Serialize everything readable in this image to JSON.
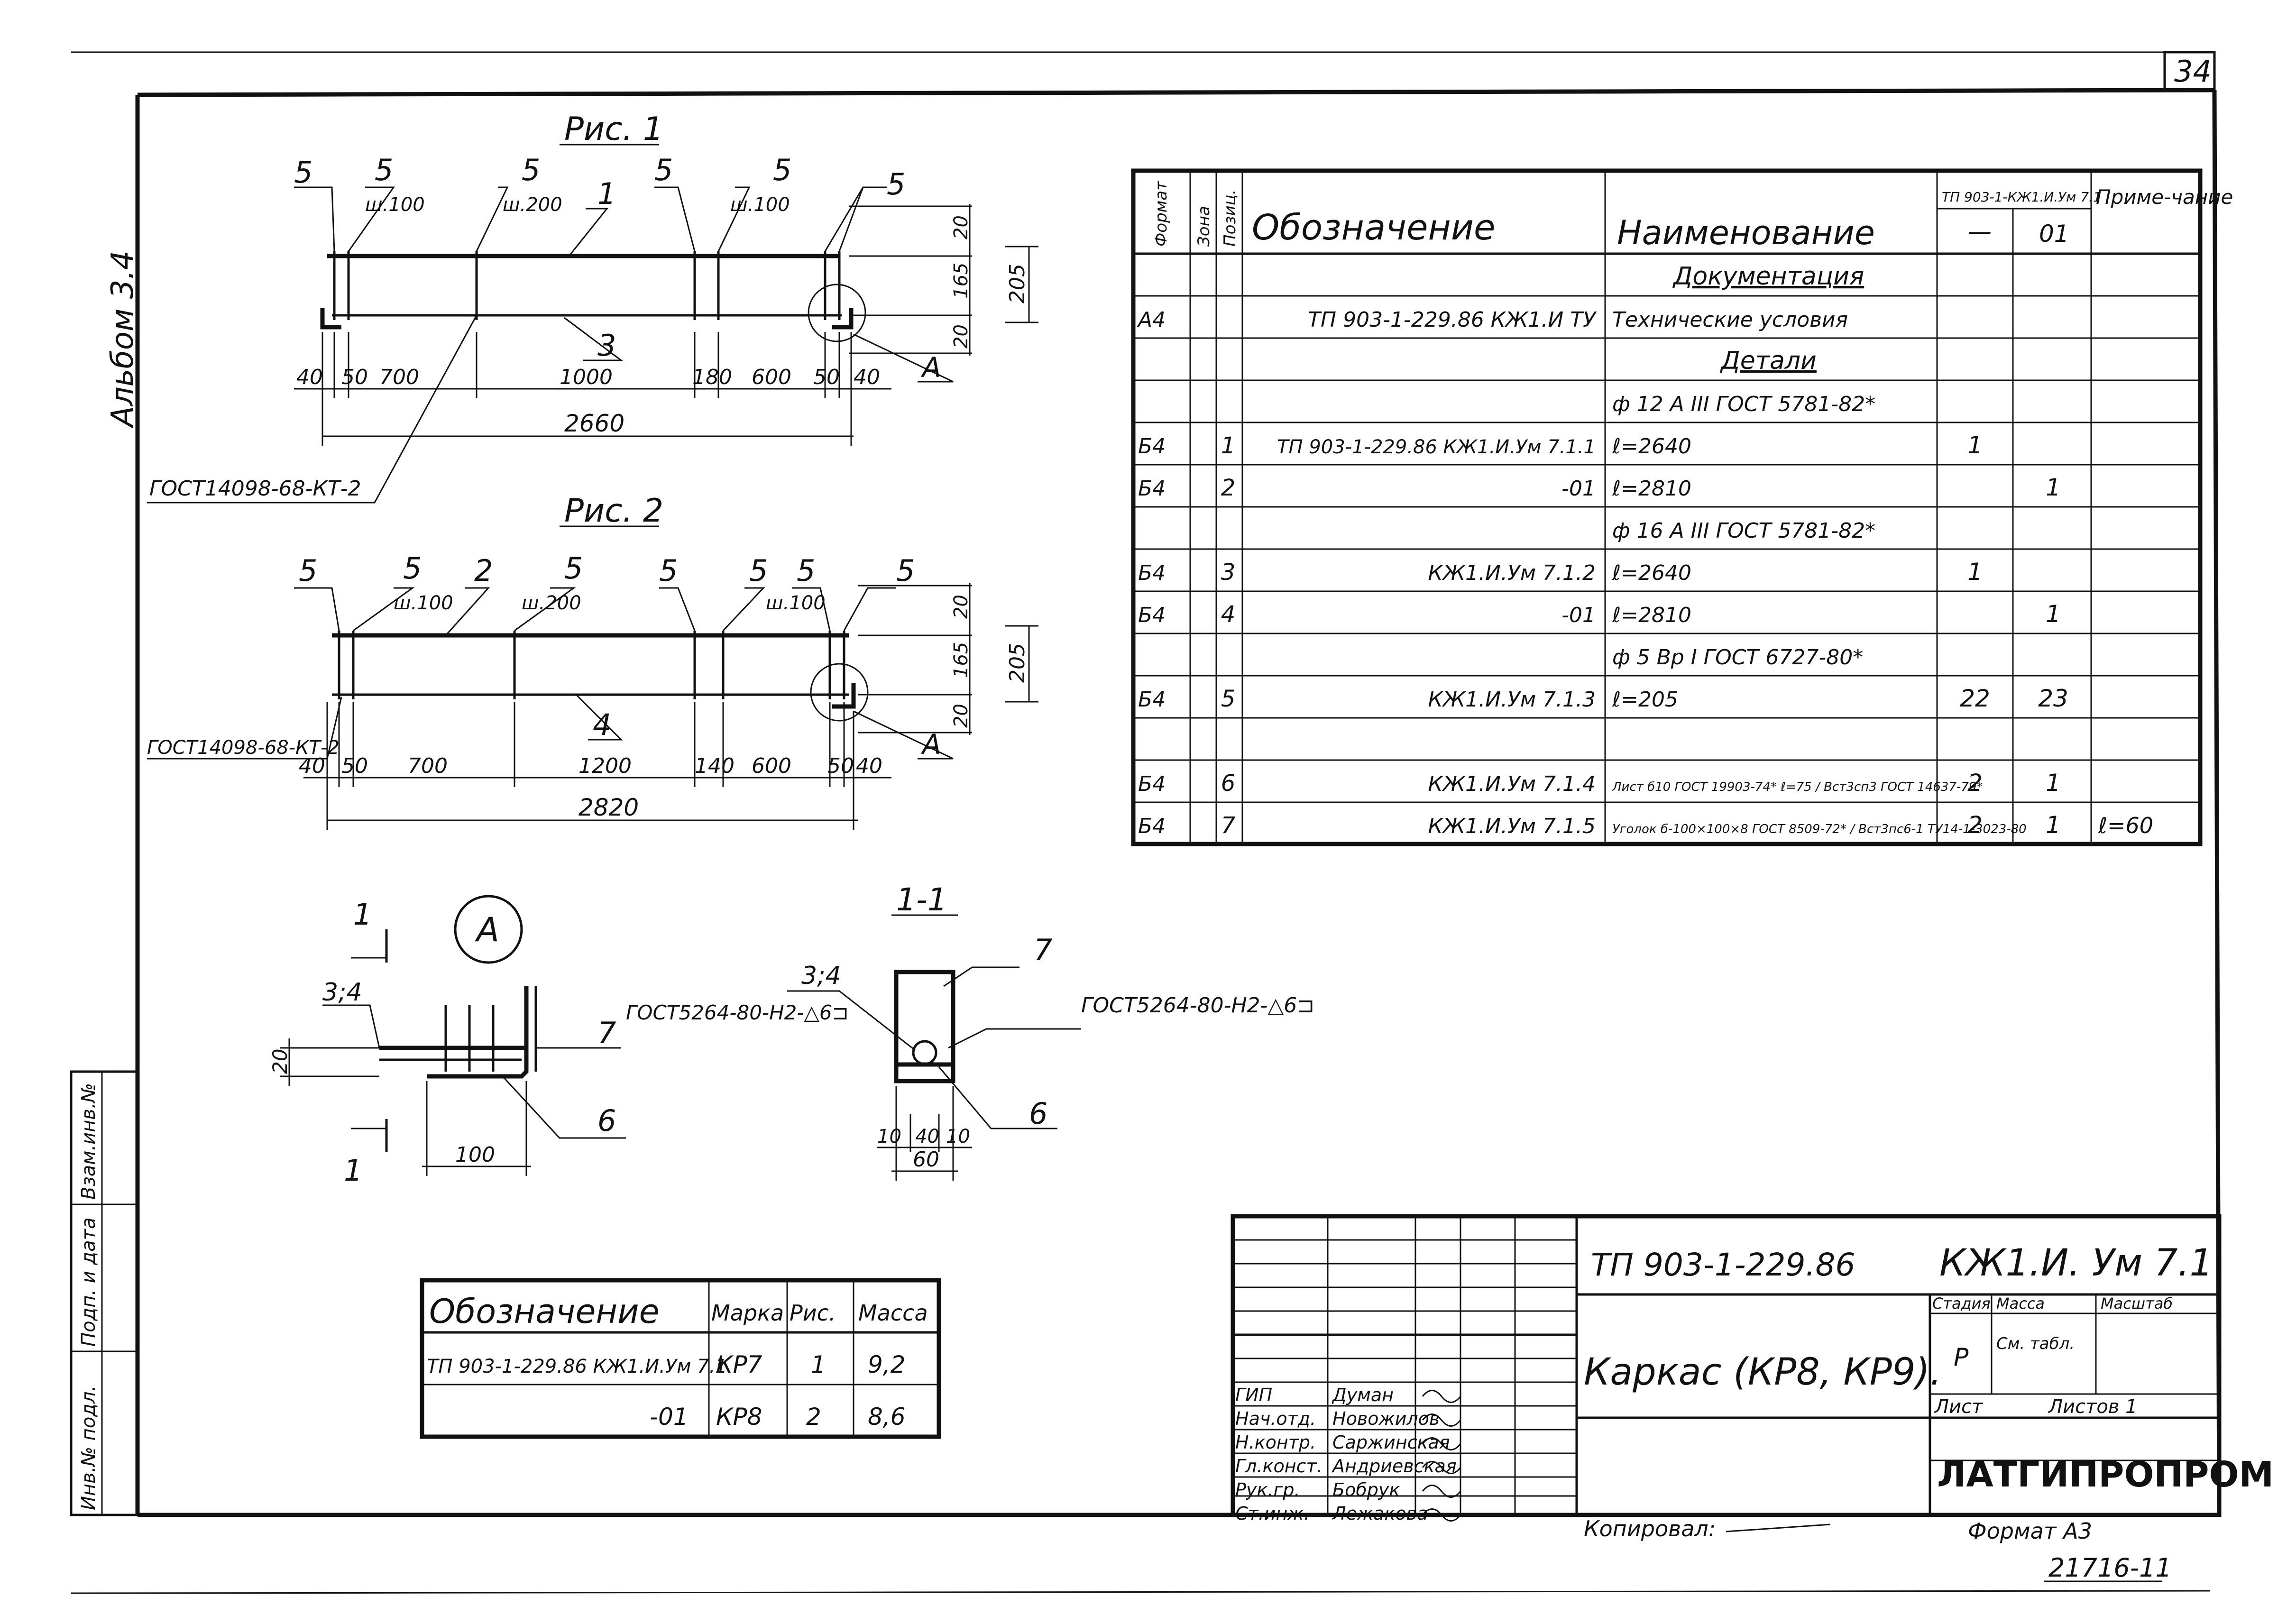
{
  "sheet_number": "34",
  "album": "Альбом 3.4",
  "fig1": {
    "title": "Рис. 1",
    "positions": [
      "5",
      "5",
      "5",
      "1",
      "5",
      "5",
      "5"
    ],
    "spacings": [
      "ш.100",
      "ш.200",
      "ш.100"
    ],
    "bottom_pos": "3",
    "dims": [
      "40",
      "50",
      "700",
      "1000",
      "180",
      "600",
      "50",
      "40"
    ],
    "total": "2660",
    "height_dims": [
      "20",
      "165",
      "20",
      "205"
    ],
    "callout": "A",
    "weld_note": "ГОСТ14098-68-КТ-2"
  },
  "fig2": {
    "title": "Рис. 2",
    "positions": [
      "5",
      "5",
      "2",
      "5",
      "5",
      "5",
      "5",
      "5"
    ],
    "spacings": [
      "ш.100",
      "ш.200",
      "ш.100"
    ],
    "bottom_pos": "4",
    "dims": [
      "40",
      "50",
      "700",
      "1200",
      "140",
      "600",
      "50",
      "40"
    ],
    "total": "2820",
    "height_dims": [
      "20",
      "165",
      "20",
      "205"
    ],
    "callout": "A",
    "weld_note": "ГОСТ14098-68-КТ-2"
  },
  "detail_a": {
    "label": "A",
    "section_mark": "1",
    "pos_label": "3;4",
    "pos7": "7",
    "pos6": "6",
    "dim20": "20",
    "dim100": "100",
    "weld_note": "ГОСТ5264-80-Н2-△6⊐"
  },
  "section_11": {
    "title": "1-1",
    "pos_label": "3;4",
    "pos7": "7",
    "pos6": "6",
    "weld_note": "ГОСТ5264-80-Н2-△6⊐",
    "dims": [
      "10",
      "40",
      "10"
    ],
    "total": "60"
  },
  "spec": {
    "headers": {
      "format": "Формат",
      "zone": "Зона",
      "pos": "Позиц.",
      "designation": "Обозначение",
      "name": "Наименование",
      "qty_group": "ТП 903-1-КЖ1.И.Ум 7.1",
      "qty_a": "—",
      "qty_b": "01",
      "note": "Приме-чание"
    },
    "rows": [
      {
        "fmt": "",
        "pos": "",
        "des": "",
        "name": "Документация",
        "q1": "",
        "q2": "",
        "note": ""
      },
      {
        "fmt": "А4",
        "pos": "",
        "des": "ТП 903-1-229.86  КЖ1.И   ТУ",
        "name": "Технические условия",
        "q1": "",
        "q2": "",
        "note": ""
      },
      {
        "fmt": "",
        "pos": "",
        "des": "",
        "name": "Детали",
        "q1": "",
        "q2": "",
        "note": ""
      },
      {
        "fmt": "",
        "pos": "",
        "des": "",
        "name": "ф 12 А III  ГОСТ 5781-82*",
        "q1": "",
        "q2": "",
        "note": ""
      },
      {
        "fmt": "Б4",
        "pos": "1",
        "des": "ТП 903-1-229.86  КЖ1.И.Ум 7.1.1",
        "name": "ℓ=2640",
        "q1": "1",
        "q2": "",
        "note": ""
      },
      {
        "fmt": "Б4",
        "pos": "2",
        "des": "-01",
        "name": "ℓ=2810",
        "q1": "",
        "q2": "1",
        "note": ""
      },
      {
        "fmt": "",
        "pos": "",
        "des": "",
        "name": "ф 16 А III  ГОСТ 5781-82*",
        "q1": "",
        "q2": "",
        "note": ""
      },
      {
        "fmt": "Б4",
        "pos": "3",
        "des": "КЖ1.И.Ум 7.1.2",
        "name": "ℓ=2640",
        "q1": "1",
        "q2": "",
        "note": ""
      },
      {
        "fmt": "Б4",
        "pos": "4",
        "des": "-01",
        "name": "ℓ=2810",
        "q1": "",
        "q2": "1",
        "note": ""
      },
      {
        "fmt": "",
        "pos": "",
        "des": "",
        "name": "ф 5 Вр I  ГОСТ 6727-80*",
        "q1": "",
        "q2": "",
        "note": ""
      },
      {
        "fmt": "Б4",
        "pos": "5",
        "des": "КЖ1.И.Ум 7.1.3",
        "name": "ℓ=205",
        "q1": "22",
        "q2": "23",
        "note": ""
      },
      {
        "fmt": "",
        "pos": "",
        "des": "",
        "name": "",
        "q1": "",
        "q2": "",
        "note": ""
      },
      {
        "fmt": "Б4",
        "pos": "6",
        "des": "КЖ1.И.Ум 7.1.4",
        "name": "Лист б10 ГОСТ 19903-74* ℓ=75 / Вст3сп3 ГОСТ 14637-79*",
        "q1": "2",
        "q2": "1",
        "note": ""
      },
      {
        "fmt": "Б4",
        "pos": "7",
        "des": "КЖ1.И.Ум 7.1.5",
        "name": "Уголок б-100×100×8 ГОСТ 8509-72* / Вст3пс6-1 ТУ14-1-3023-80",
        "q1": "2",
        "q2": "1",
        "note": "ℓ=60"
      }
    ]
  },
  "mass_table": {
    "headers": [
      "Обозначение",
      "Марка",
      "Рис.",
      "Масса"
    ],
    "rows": [
      [
        "ТП 903-1-229.86 КЖ1.И.Ум 7.1",
        "КР7",
        "1",
        "9,2"
      ],
      [
        "-01",
        "КР8",
        "2",
        "8,6"
      ]
    ]
  },
  "left_strip": [
    "Взам.инв.№",
    "Подп. и дата",
    "Инв.№ подл."
  ],
  "title_block": {
    "project": "ТП 903-1-229.86",
    "code": "КЖ1.И. Ум 7.1",
    "title": "Каркас (КР8, КР9).",
    "stage_h": "Стадия",
    "mass_h": "Масса",
    "scale_h": "Масштаб",
    "stage": "Р",
    "mass": "См. табл.",
    "sheet_h": "Лист",
    "sheets_h": "Листов 1",
    "org": "ЛАТГИПРОПРОМ",
    "roles": [
      {
        "role": "ГИП",
        "name": "Думан"
      },
      {
        "role": "Нач.отд.",
        "name": "Новожилов"
      },
      {
        "role": "Н.контр.",
        "name": "Саржинская"
      },
      {
        "role": "Гл.конст.",
        "name": "Андриевская"
      },
      {
        "role": "Рук.гр.",
        "name": "Бобрук"
      },
      {
        "role": "Ст.инж.",
        "name": "Лежакова"
      }
    ],
    "copied": "Копировал:",
    "format": "Формат А3",
    "inv": "21716-11"
  }
}
